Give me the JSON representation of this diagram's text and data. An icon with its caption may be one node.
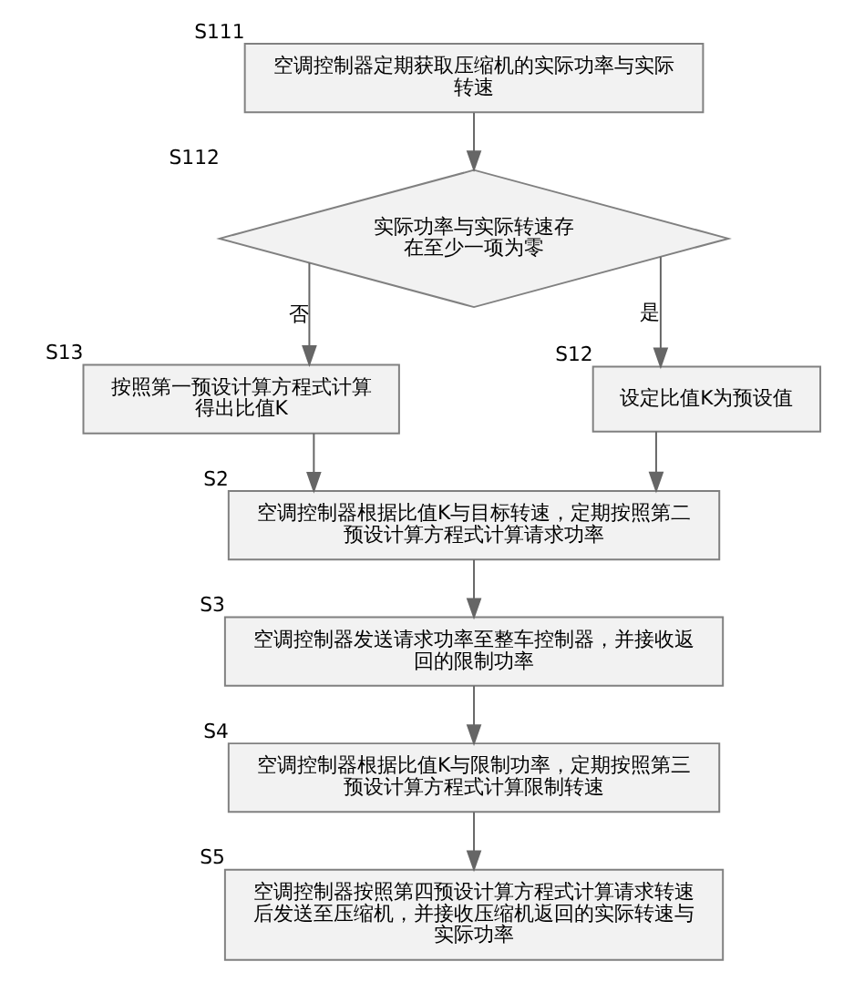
{
  "diagram": {
    "nodes": [
      {
        "text": [
          "空调控制器定期获取压缩机的实际功率与实际转速"
        ],
        "beside": [
          "S111"
        ]
      },
      {
        "text": [
          "实际功率与实际转速存在至少一项为零"
        ],
        "beside": [
          "S112"
        ]
      },
      {
        "text": [
          "按照第一预设计算方程式计算得出比值K"
        ],
        "beside": [
          "S13"
        ]
      },
      {
        "text": [
          "设定比值K为预设值"
        ],
        "beside": [
          "S12"
        ]
      },
      {
        "text": [
          "空调控制器根据比值K与目标转速，定期按照第二预设计算方程式计算请求功率"
        ],
        "beside": [
          "S2"
        ]
      },
      {
        "text": [
          "空调控制器发送请求功率至整车控制器，并接收返回的限制功率"
        ],
        "beside": [
          "S3"
        ]
      },
      {
        "text": [
          "空调控制器根据比值K与限制功率，定期按照第三预设计算方程式计算限制转速"
        ],
        "beside": [
          "S4"
        ]
      },
      {
        "text": [
          "空调控制器按照第四预设计算方程式计算请求转速后发送至压缩机，并接收压缩机返回的实际转速与实际功率"
        ],
        "beside": [
          "S5"
        ]
      }
    ],
    "edges": [
      {
        "from": 0,
        "to": 1,
        "arrow": "to"
      },
      {
        "from": 1,
        "to": 3,
        "arrow": "to",
        "label": "是"
      },
      {
        "from": 1,
        "to": 2,
        "arrow": "to",
        "label": "否"
      },
      {
        "from": 2,
        "to": 4,
        "arrow": "to"
      },
      {
        "from": 3,
        "to": 4,
        "arrow": "to"
      },
      {
        "from": 4,
        "to": 5,
        "arrow": "to"
      },
      {
        "from": 5,
        "to": 6,
        "arrow": "to"
      },
      {
        "from": 6,
        "to": 7,
        "arrow": "to"
      }
    ]
  }
}
